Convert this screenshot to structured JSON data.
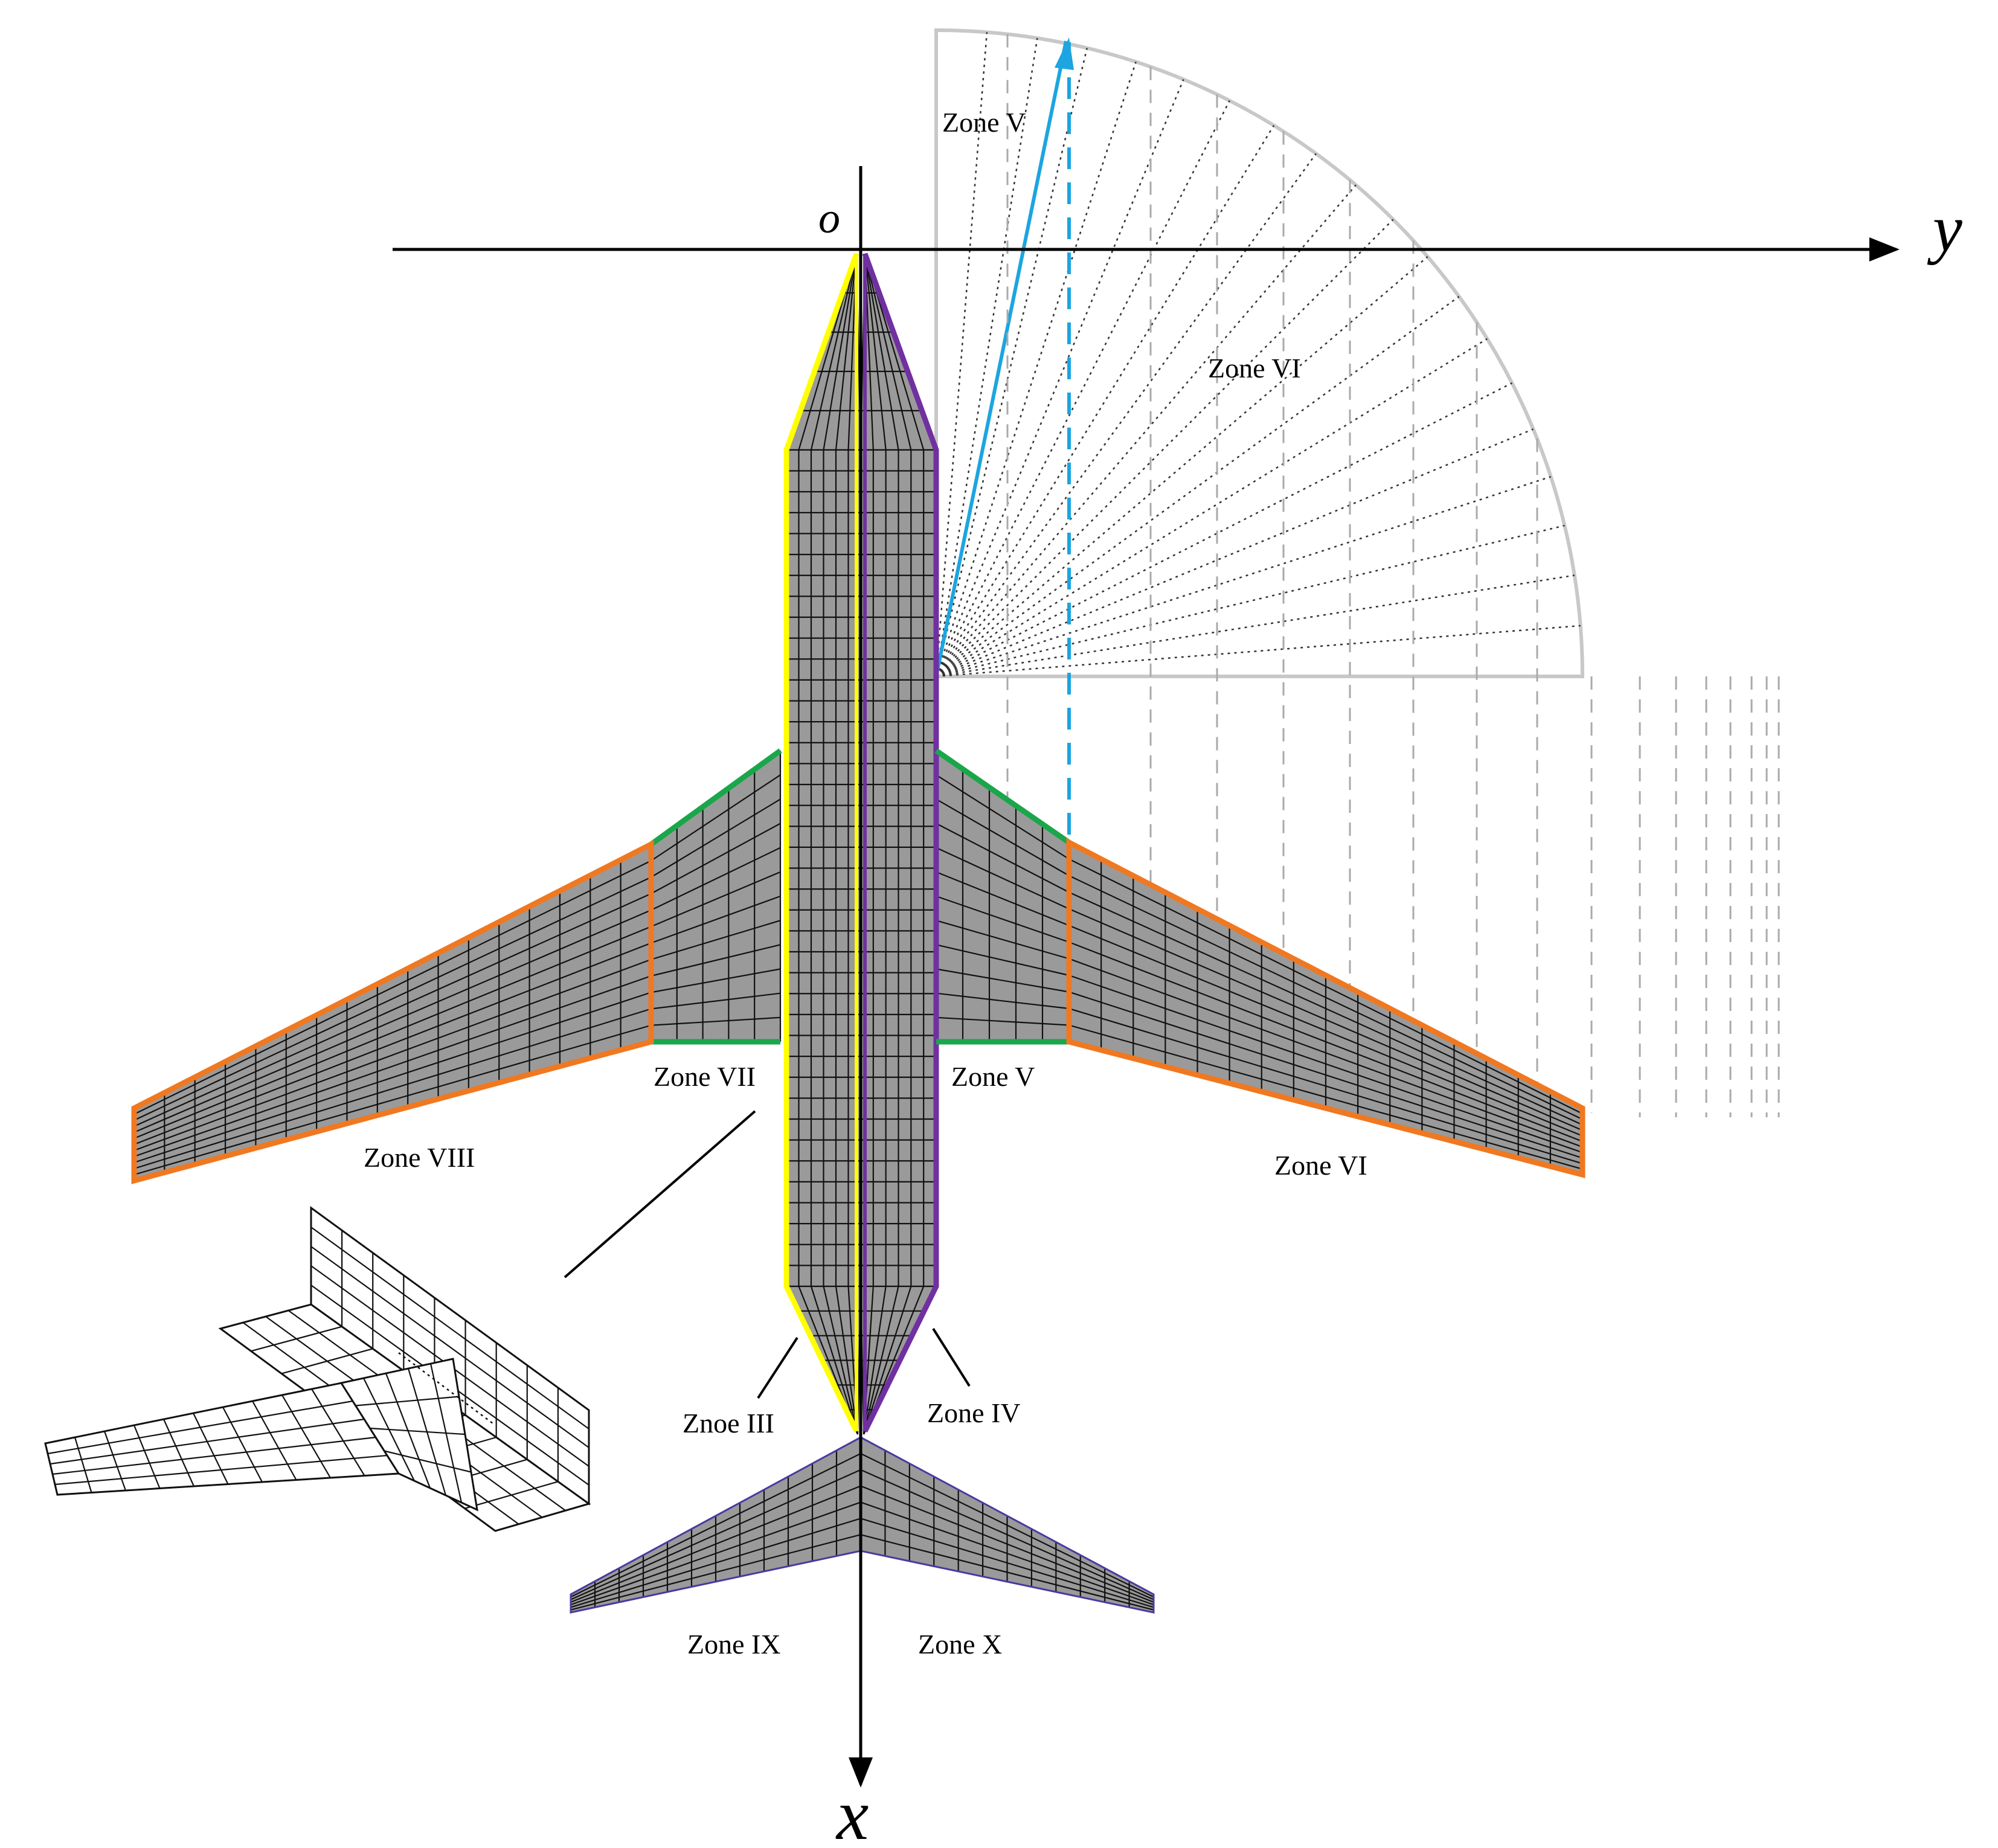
{
  "axes": {
    "origin": "o",
    "x": "x",
    "y": "y"
  },
  "labels": {
    "quarter_zone_v": "Zone V",
    "quarter_zone_vi": "Zone VI",
    "zone_v": "Zone V",
    "zone_vi": "Zone VI",
    "zone_vii": "Zone VII",
    "zone_viii": "Zone VIII",
    "zone_iii": "Znoe III",
    "zone_iv": "Zone IV",
    "zone_ix": "Zone IX",
    "zone_x": "Zone X"
  },
  "colors": {
    "mesh_fill": "#9a9a9a",
    "mesh_line": "#111111",
    "fuselage_left_edge": "#ffff00",
    "fuselage_right_edge": "#7030a0",
    "wing_root_edge": "#1aa64a",
    "wing_outer_edge": "#f07820",
    "tail_edge": "#4a3aa0",
    "sweep_vector": "#1ca5e0",
    "quarter_circle": "#c8c8c8"
  }
}
